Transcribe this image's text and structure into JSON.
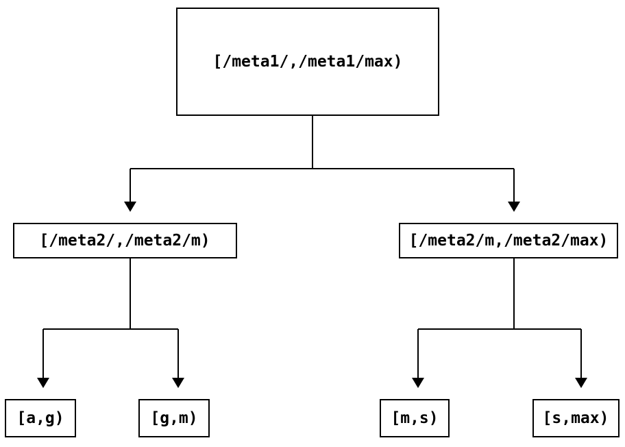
{
  "diagram": {
    "type": "interval-partition-tree",
    "background_color": "#ffffff",
    "stroke_color": "#000000",
    "text_color": "#000000",
    "nodes": {
      "root": {
        "label": "[/meta1/,/meta1/max)"
      },
      "meta2_low": {
        "label": "[/meta2/,/meta2/m)"
      },
      "meta2_high": {
        "label": "[/meta2/m,/meta2/max)"
      },
      "leaf_a_g": {
        "label": "[a,g)"
      },
      "leaf_g_m": {
        "label": "[g,m)"
      },
      "leaf_m_s": {
        "label": "[m,s)"
      },
      "leaf_s_max": {
        "label": "[s,max)"
      }
    },
    "edges": [
      {
        "from": "root",
        "to": "meta2_low"
      },
      {
        "from": "root",
        "to": "meta2_high"
      },
      {
        "from": "meta2_low",
        "to": "leaf_a_g"
      },
      {
        "from": "meta2_low",
        "to": "leaf_g_m"
      },
      {
        "from": "meta2_high",
        "to": "leaf_m_s"
      },
      {
        "from": "meta2_high",
        "to": "leaf_s_max"
      }
    ]
  }
}
